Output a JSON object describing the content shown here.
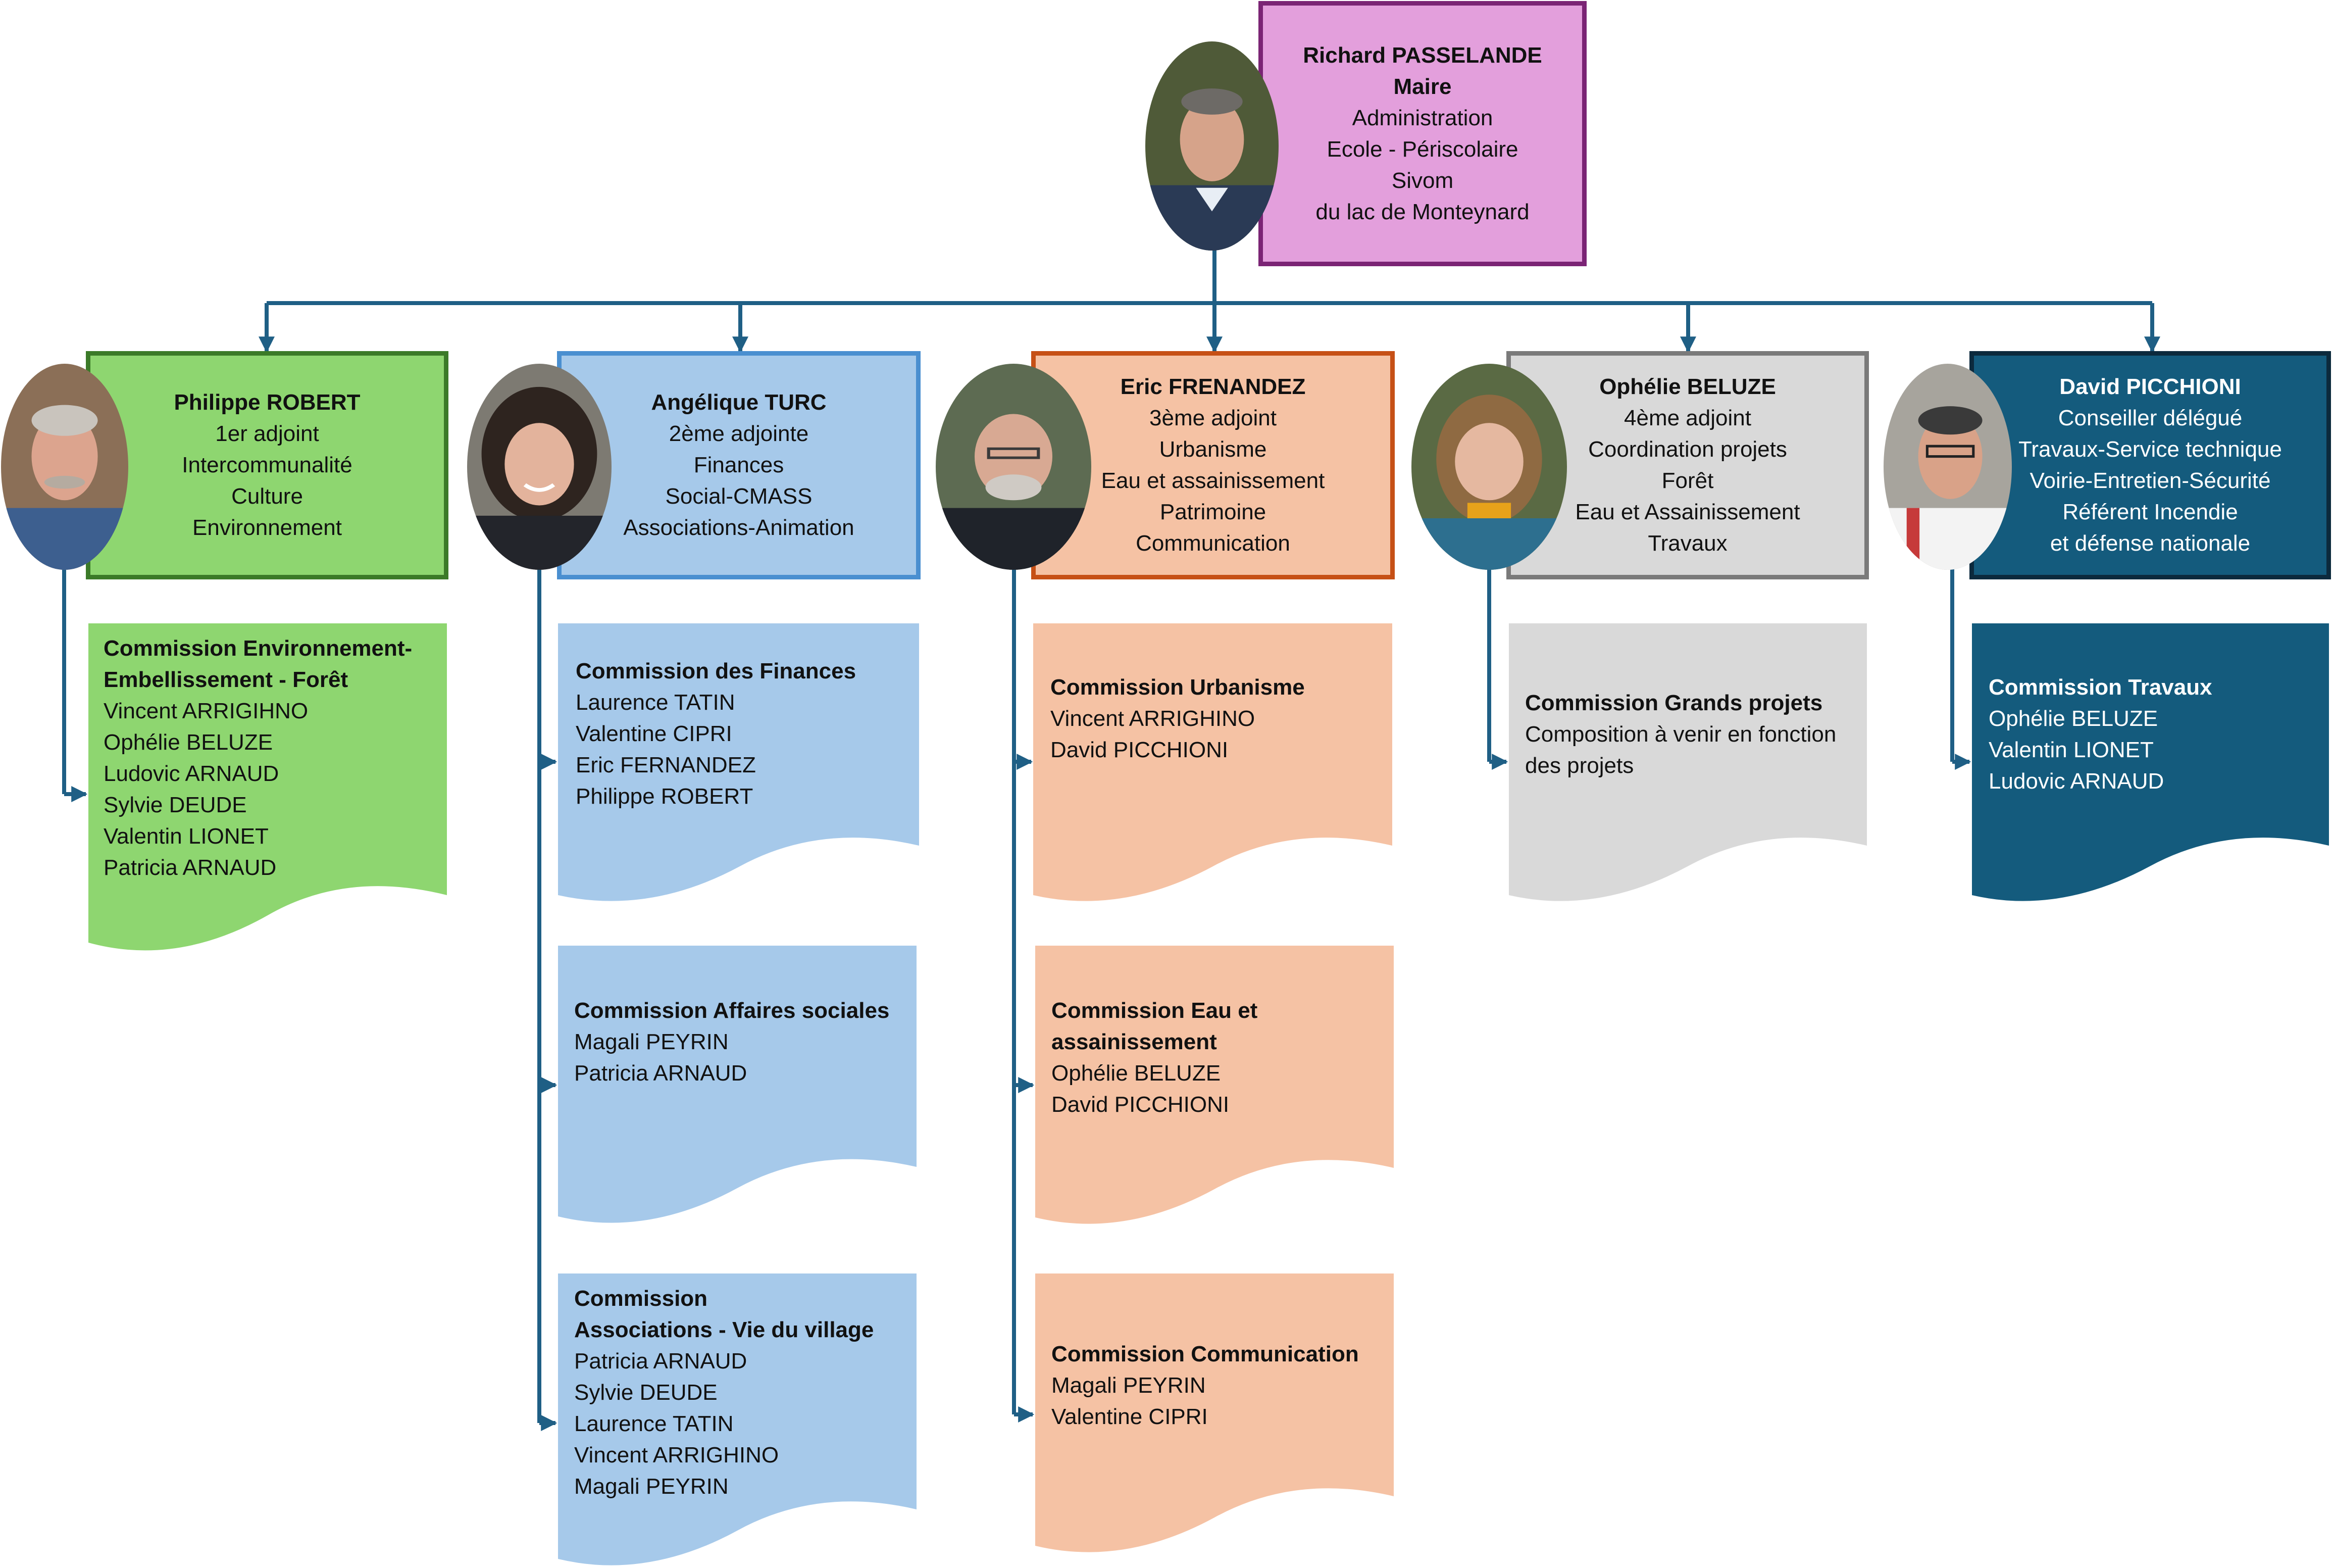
{
  "colors": {
    "connector": "#1f5f85",
    "mayor_fill": "#e39fdc",
    "mayor_border": "#7b2475",
    "green_fill": "#8ed670",
    "green_border": "#3b7a28",
    "blue_fill": "#a6c9ea",
    "blue_border": "#4a8fd0",
    "orange_fill": "#f5c2a4",
    "orange_border": "#c65016",
    "grey_fill": "#d9d9d9",
    "grey_border": "#7a7a7a",
    "navy_fill": "#145b7d",
    "navy_border": "#0c2a3d"
  },
  "mayor": {
    "name": "Richard PASSELANDE",
    "title": "Maire",
    "duties": [
      "Administration",
      "Ecole - Périscolaire",
      "Sivom",
      "du lac de Monteynard"
    ]
  },
  "elus": [
    {
      "name": "Philippe ROBERT",
      "lines": [
        "1er adjoint",
        "Intercommunalité",
        "Culture",
        "Environnement"
      ],
      "commissions": [
        {
          "title_lines": [
            "Commission Environnement-",
            "Embellissement - Forêt"
          ],
          "members": [
            "Vincent ARRIGIHNO",
            "Ophélie BELUZE",
            "Ludovic ARNAUD",
            "Sylvie DEUDE",
            "Valentin LIONET",
            "Patricia ARNAUD"
          ]
        }
      ]
    },
    {
      "name": "Angélique TURC",
      "lines": [
        "2ème adjointe",
        "Finances",
        "Social-CMASS",
        "Associations-Animation"
      ],
      "commissions": [
        {
          "title_lines": [
            "Commission des Finances"
          ],
          "members": [
            "Laurence TATIN",
            "Valentine CIPRI",
            "Eric FERNANDEZ",
            "Philippe ROBERT"
          ]
        },
        {
          "title_lines": [
            "Commission Affaires sociales"
          ],
          "members": [
            "Magali PEYRIN",
            "Patricia ARNAUD"
          ]
        },
        {
          "title_lines": [
            "Commission",
            "Associations - Vie du village"
          ],
          "members": [
            "Patricia ARNAUD",
            "Sylvie DEUDE",
            "Laurence TATIN",
            "Vincent ARRIGHINO",
            "Magali PEYRIN"
          ]
        }
      ]
    },
    {
      "name": "Eric FRENANDEZ",
      "lines": [
        "3ème adjoint",
        "Urbanisme",
        "Eau et assainissement",
        "Patrimoine",
        "Communication"
      ],
      "commissions": [
        {
          "title_lines": [
            "Commission Urbanisme"
          ],
          "members": [
            "Vincent ARRIGHINO",
            "David PICCHIONI"
          ]
        },
        {
          "title_lines": [
            "Commission Eau et",
            "assainissement"
          ],
          "members": [
            "Ophélie BELUZE",
            "David PICCHIONI"
          ]
        },
        {
          "title_lines": [
            "Commission Communication"
          ],
          "members": [
            "Magali PEYRIN",
            "Valentine CIPRI"
          ]
        }
      ]
    },
    {
      "name": "Ophélie BELUZE",
      "lines": [
        "4ème adjoint",
        "Coordination projets",
        "Forêt",
        "Eau et Assainissement",
        "Travaux"
      ],
      "commissions": [
        {
          "title_lines": [
            "Commission Grands projets"
          ],
          "members": [
            "Composition à venir en fonction",
            "des projets"
          ]
        }
      ]
    },
    {
      "name": "David PICCHIONI",
      "lines": [
        "Conseiller délégué",
        "Travaux-Service technique",
        "Voirie-Entretien-Sécurité",
        "Référent Incendie",
        "et défense nationale"
      ],
      "commissions": [
        {
          "title_lines": [
            "Commission Travaux"
          ],
          "members": [
            "Ophélie BELUZE",
            "Valentin LIONET",
            "Ludovic ARNAUD"
          ]
        }
      ]
    }
  ]
}
